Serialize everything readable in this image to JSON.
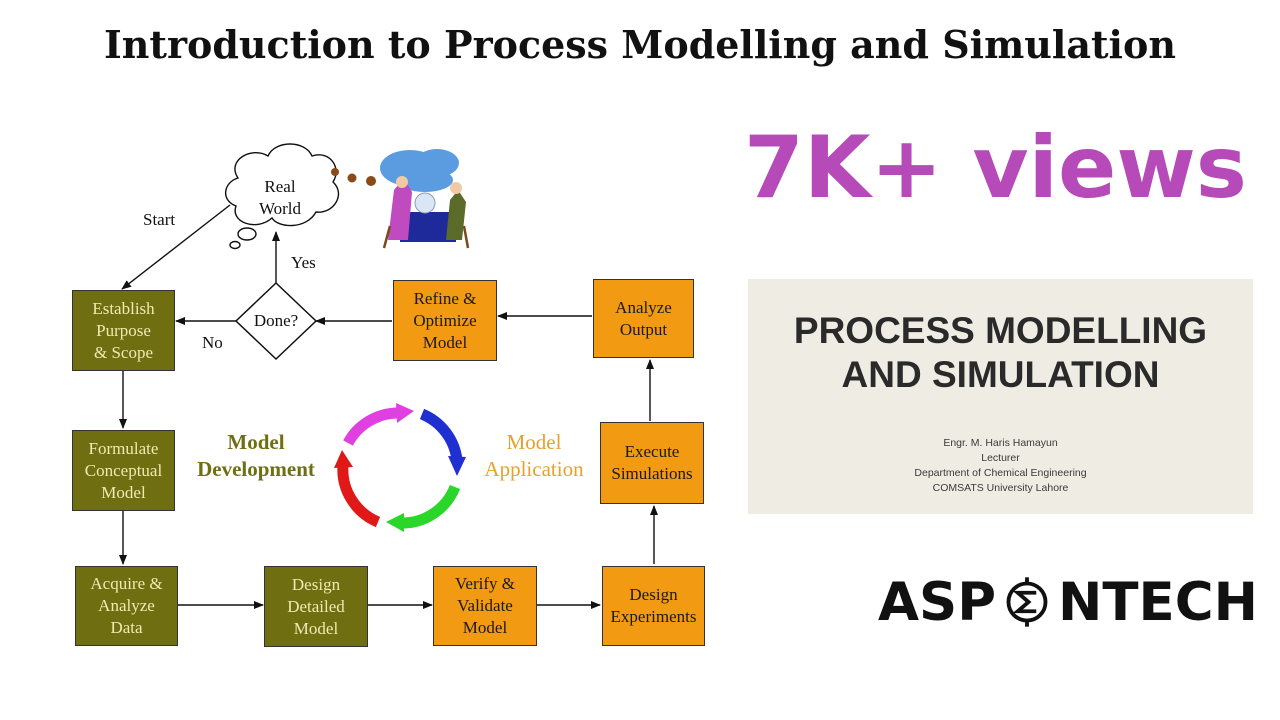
{
  "title": "Introduction to Process Modelling and Simulation",
  "views": "7K+ views",
  "card": {
    "title": "PROCESS MODELLING\nAND SIMULATION",
    "info": "Engr. M. Haris Hamayun\nLecturer\nDepartment of Chemical Engineering\nCOMSATS University Lahore"
  },
  "brand": {
    "left": "ASP",
    "right": "NTECH",
    "logo_icon": "sigma-in-circle-icon"
  },
  "flowchart": {
    "cloud": "Real\nWorld",
    "start": "Start",
    "yes": "Yes",
    "no": "No",
    "decision": "Done?",
    "phase_dev": "Model\nDevelopment",
    "phase_app": "Model\nApplication",
    "boxes": {
      "establish": "Establish\nPurpose\n& Scope",
      "formulate": "Formulate\nConceptual\nModel",
      "acquire": "Acquire &\nAnalyze\nData",
      "design_detailed": "Design\nDetailed\nModel",
      "verify": "Verify &\nValidate\nModel",
      "design_exp": "Design\nExperiments",
      "execute": "Execute\nSimulations",
      "analyze": "Analyze\nOutput",
      "refine": "Refine &\nOptimize\nModel"
    }
  },
  "colors": {
    "olive": "#6f6f12",
    "orange": "#f29a12",
    "views": "#b54ab8",
    "cycle": [
      "#e040e0",
      "#1f2fd0",
      "#2ad62a",
      "#e01818"
    ]
  }
}
